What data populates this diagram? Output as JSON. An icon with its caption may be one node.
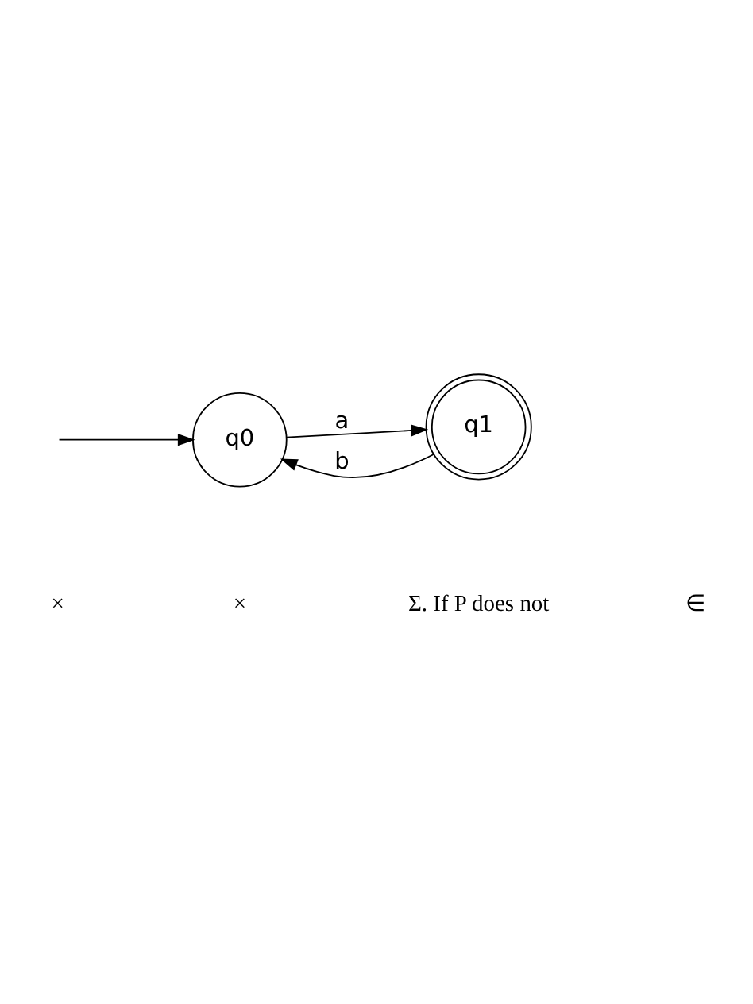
{
  "diagram": {
    "nodes": [
      {
        "text": [
          "q0"
        ]
      },
      {
        "text": [
          "q1"
        ]
      }
    ],
    "edges": [
      {
        "from": null,
        "to": 0,
        "arrow": "to"
      },
      {
        "from": 0,
        "to": 1,
        "arrow": "to",
        "label": "a"
      },
      {
        "from": 1,
        "to": 0,
        "arrow": "to",
        "label": "b"
      }
    ],
    "labels": [
      "×",
      "×",
      "Σ. If P does not",
      "∈"
    ]
  }
}
